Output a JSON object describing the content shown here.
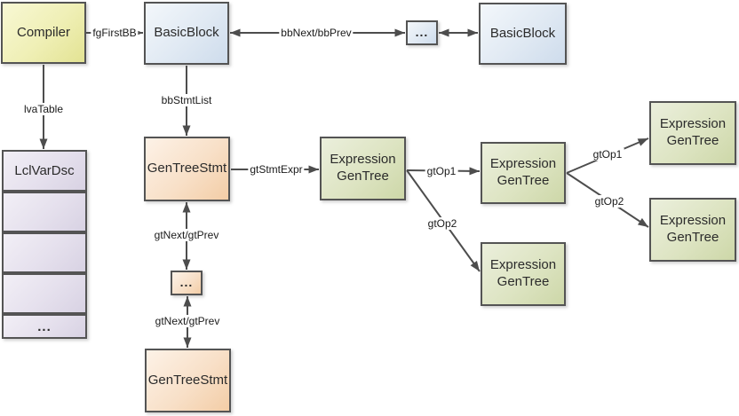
{
  "nodes": {
    "compiler": {
      "label": "Compiler"
    },
    "basic_block_1": {
      "label": "BasicBlock"
    },
    "basic_block_ellipsis": {
      "label": "..."
    },
    "basic_block_2": {
      "label": "BasicBlock"
    },
    "lcl_var_dsc": {
      "label": "LclVarDsc",
      "ellipsis_row": "..."
    },
    "gen_tree_stmt_1": {
      "label": "GenTreeStmt"
    },
    "gen_tree_stmt_ellipsis": {
      "label": "..."
    },
    "gen_tree_stmt_2": {
      "label": "GenTreeStmt"
    },
    "expression_gen_tree": {
      "label": "Expression GenTree"
    }
  },
  "edges": {
    "fg_first_bb": {
      "label": "fgFirstBB"
    },
    "bb_next_prev": {
      "label": "bbNext/bbPrev"
    },
    "lva_table": {
      "label": "lvaTable"
    },
    "bb_stmt_list": {
      "label": "bbStmtList"
    },
    "gt_stmt_expr": {
      "label": "gtStmtExpr"
    },
    "gt_next_prev_upper": {
      "label": "gtNext/gtPrev"
    },
    "gt_next_prev_lower": {
      "label": "gtNext/gtPrev"
    },
    "gt_op1_mid": {
      "label": "gtOp1"
    },
    "gt_op2_mid": {
      "label": "gtOp2"
    },
    "gt_op1_right": {
      "label": "gtOp1"
    },
    "gt_op2_right": {
      "label": "gtOp2"
    }
  },
  "colors": {
    "connector": "#4d4d4d",
    "border": "#545454",
    "compiler_fill_top": "#f8f8d4",
    "compiler_fill_bottom": "#e3e393",
    "basic_block_fill_top": "#f3f7fb",
    "basic_block_fill_bottom": "#cedcec",
    "gen_tree_stmt_fill_top": "#fdf2e7",
    "gen_tree_stmt_fill_bottom": "#f3cda6",
    "expression_fill_top": "#ebefdc",
    "expression_fill_bottom": "#cdd7a8",
    "lcl_var_dsc_fill_top": "#f2eff6",
    "lcl_var_dsc_fill_bottom": "#d8d2e3"
  }
}
